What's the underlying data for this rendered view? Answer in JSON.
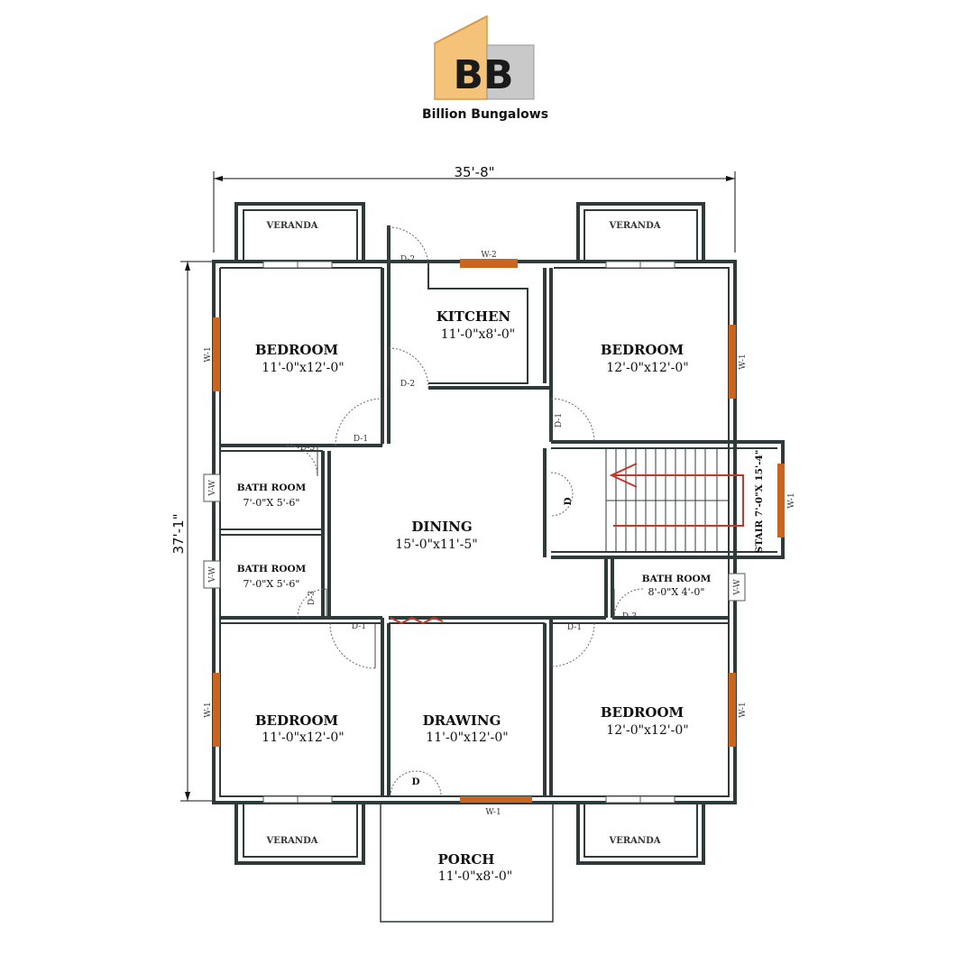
{
  "brand": {
    "name": "Billion Bungalows",
    "logo_letters": "BB"
  },
  "dimensions": {
    "width": "35'-8\"",
    "depth": "37'-1\""
  },
  "rooms": {
    "veranda_tl": "VERANDA",
    "veranda_tr": "VERANDA",
    "veranda_bl": "VERANDA",
    "veranda_br": "VERANDA",
    "kitchen": {
      "name": "KITCHEN",
      "size": "11'-0\"x8'-0\""
    },
    "bedroom_tl": {
      "name": "BEDROOM",
      "size": "11'-0\"x12'-0\""
    },
    "bedroom_tr": {
      "name": "BEDROOM",
      "size": "12'-0\"x12'-0\""
    },
    "bedroom_bl": {
      "name": "BEDROOM",
      "size": "11'-0\"x12'-0\""
    },
    "bedroom_br": {
      "name": "BEDROOM",
      "size": "12'-0\"x12'-0\""
    },
    "bath_1": {
      "name": "BATH ROOM",
      "size": "7'-0\"X 5'-6\""
    },
    "bath_2": {
      "name": "BATH ROOM",
      "size": "7'-0\"X 5'-6\""
    },
    "bath_3": {
      "name": "BATH ROOM",
      "size": "8'-0\"X 4'-0\""
    },
    "dining": {
      "name": "DINING",
      "size": "15'-0\"x11'-5\""
    },
    "drawing": {
      "name": "DRAWING",
      "size": "11'-0\"x12'-0\""
    },
    "porch": {
      "name": "PORCH",
      "size": "11'-0\"x8'-0\""
    },
    "stair": "STAIR 7'-0\"X 15'-4\""
  },
  "tags": {
    "door_1": "D-1",
    "door_2": "D-2",
    "door_3": "D-3",
    "door_main": "D",
    "window_1": "W-1",
    "window_2": "W-2",
    "vent": "V-W"
  },
  "colors": {
    "wall": "#2f3b3a",
    "window": "#c8661f",
    "stair_arrow": "#c0392b",
    "logo_orange": "#f5c27a",
    "logo_gray": "#c9c9c9"
  }
}
